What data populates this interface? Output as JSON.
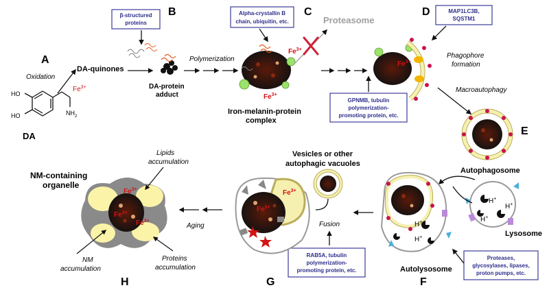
{
  "stage_letters": {
    "a": "A",
    "b": "B",
    "c": "C",
    "d": "D",
    "e": "E",
    "f": "F",
    "g": "G",
    "h": "H"
  },
  "molecule": {
    "name": "DA",
    "ho_top": "HO",
    "ho_bottom": "HO",
    "nh2": "NH",
    "nh2_sub": "2"
  },
  "labels": {
    "oxidation": "Oxidation",
    "fe3_ion": "Fe",
    "fe3_ion_sup": "3+",
    "da_quinones": "DA-quinones",
    "da_protein_adduct_1": "DA-protein",
    "da_protein_adduct_2": "adduct",
    "polymerization": "Polymerization",
    "iron_melanin_1": "Iron-melanin-protein",
    "iron_melanin_2": "complex",
    "proteasome": "Proteasome",
    "phagophore_1": "Phagophore",
    "phagophore_2": "formation",
    "macroautophagy": "Macroautophagy",
    "autophagosome": "Autophagosome",
    "lysosome": "Lysosome",
    "autolysosome": "Autolysosome",
    "vesicles_1": "Vesicles or other",
    "vesicles_2": "autophagic vacuoles",
    "fusion": "Fusion",
    "aging": "Aging",
    "nm_organelle_1": "NM-containing",
    "nm_organelle_2": "organelle",
    "lipids_1": "Lipids",
    "lipids_2": "accumulation",
    "nm_acc_1": "NM",
    "nm_acc_2": "accumulation",
    "proteins_1": "Proteins",
    "proteins_2": "accumulation",
    "h_plus": "H",
    "h_plus_sup": "+"
  },
  "boxes": {
    "beta_structured": [
      "β-structured",
      "proteins"
    ],
    "alpha_crystallin": [
      "Alpha-crystallin B",
      "chain, ubiquitin, etc."
    ],
    "map1lc3b": [
      "MAP1LC3B,",
      "SQSTM1"
    ],
    "gpnmb": [
      "GPNMB, tubulin",
      "polymerization-",
      "promoting protein, etc."
    ],
    "proteases": [
      "Proteases,",
      "glycosylases, lipases,",
      "proton pumps, etc."
    ],
    "rab5a": [
      "RAB5A, tubulin",
      "polymerization-",
      "promoting protein, etc."
    ]
  },
  "colors": {
    "box_text": "#2e2e8c",
    "box_border": "#3b3b9a",
    "fe_red": "#d21414",
    "proteasome_gray": "#a0a0a0",
    "cross_red": "#d0213a",
    "membrane": "#f6f0b0",
    "membrane_edge": "#b9ad5a",
    "vesicle_dot": "#c8134d",
    "green_ball": "#9be36a",
    "orange_ball": "#f4b400",
    "lyso_cyan": "#4ab0d8",
    "lyso_purple": "#b88ad8"
  }
}
